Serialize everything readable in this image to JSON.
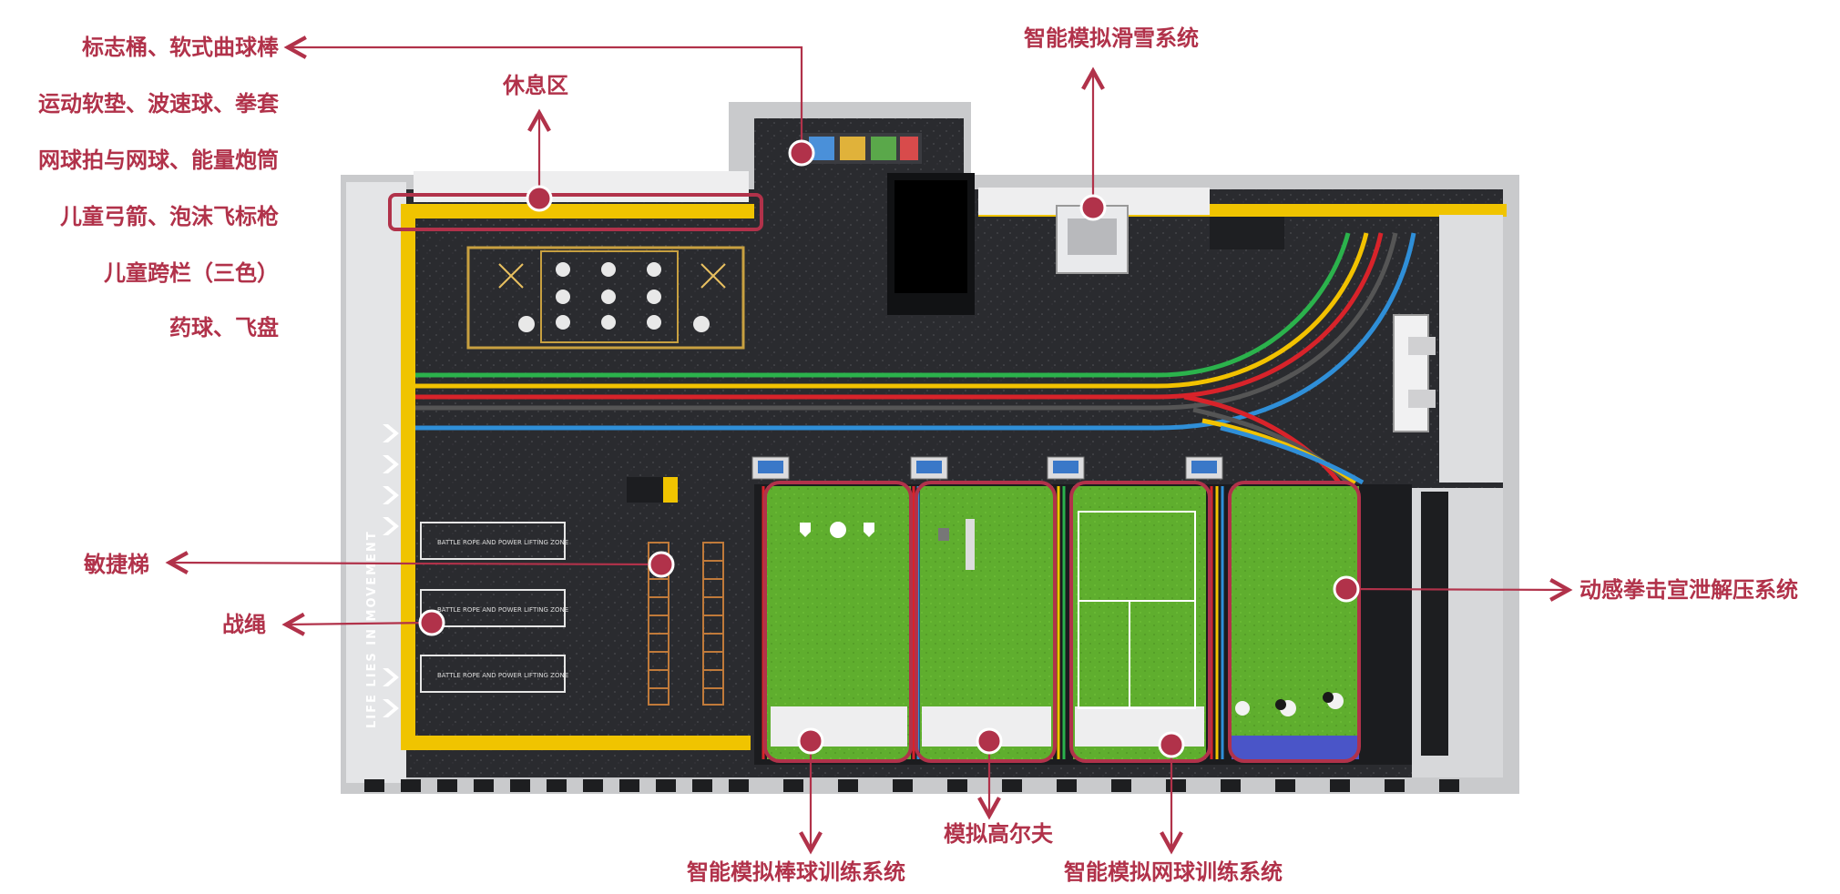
{
  "accent_color": "#b1324a",
  "labels": {
    "markers": "标志桶、软式曲球棒",
    "mats": "运动软垫、波速球、拳套",
    "tennis_gear": "网球拍与网球、能量炮筒",
    "archery": "儿童弓箭、泡沫飞标枪",
    "hurdles": "儿童跨栏（三色）",
    "medicine_ball": "药球、飞盘",
    "rest_area": "休息区",
    "ski": "智能模拟滑雪系统",
    "agility": "敏捷梯",
    "battle_rope": "战绳",
    "boxing": "动感拳击宣泄解压系统",
    "baseball": "智能模拟棒球训练系统",
    "golf": "模拟高尔夫",
    "tennis": "智能模拟网球训练系统"
  },
  "floor": {
    "rope_station_text": "BATTLE ROPE AND POWER LIFTING ZONE",
    "wall_slogan": "LIFE LIES IN MOVEMENT",
    "track_colors": [
      "#2bb24c",
      "#f2c200",
      "#d8232a",
      "#555555",
      "#2f8fd8"
    ],
    "turf_color": "#5fae2e",
    "floor_color": "#2a2b2f",
    "wall_yellow": "#f0c400"
  }
}
